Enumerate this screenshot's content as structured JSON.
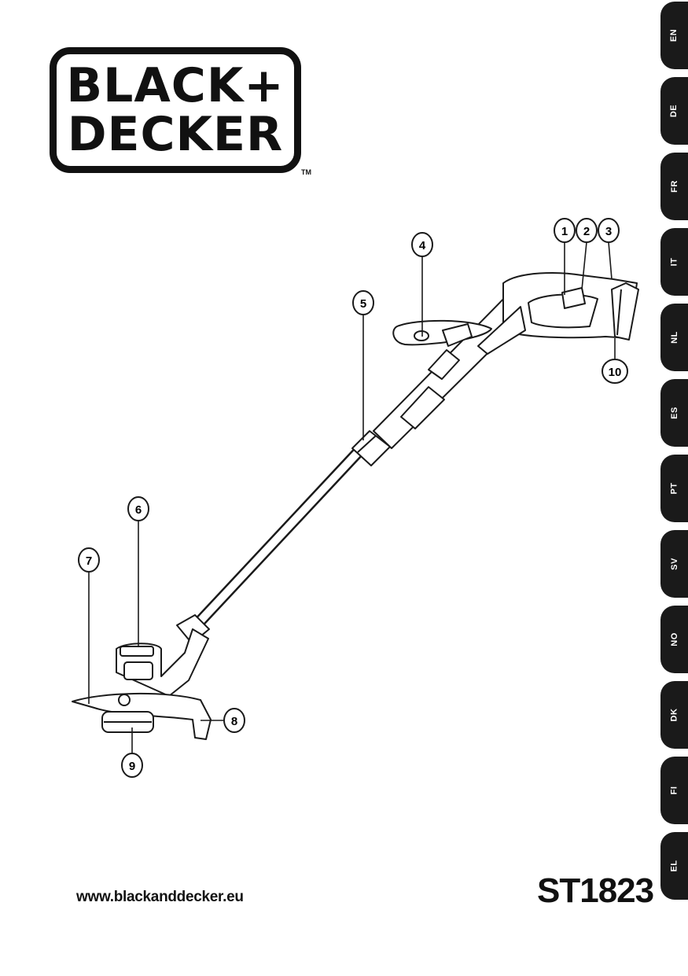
{
  "brand": {
    "line1": "BLACK+",
    "line2": "DECKER",
    "trademark": "TM"
  },
  "language_tabs": [
    "EN",
    "DE",
    "FR",
    "IT",
    "NL",
    "ES",
    "PT",
    "SV",
    "NO",
    "DK",
    "FI",
    "EL"
  ],
  "callouts": [
    "1",
    "2",
    "3",
    "4",
    "5",
    "6",
    "7",
    "8",
    "9",
    "10"
  ],
  "footer": {
    "website": "www.blackanddecker.eu",
    "model": "ST1823"
  }
}
